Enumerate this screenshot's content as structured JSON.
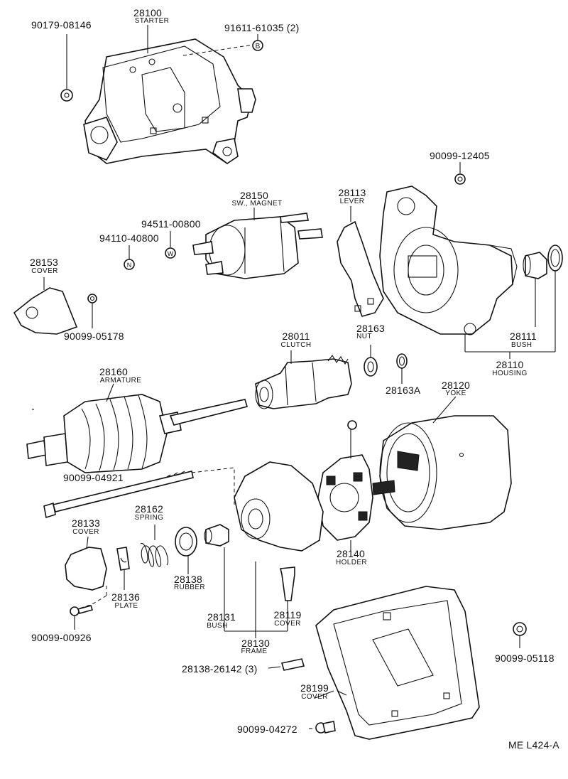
{
  "parts": {
    "starter": {
      "number": "28100",
      "name": "STARTER"
    },
    "washer_starter": {
      "number": "90179-08146"
    },
    "bolt_b": {
      "number": "91611-61035 (2)",
      "symbol": "B"
    },
    "nut_housing": {
      "number": "90099-12405"
    },
    "sw_magnet": {
      "number": "28150",
      "name": "SW., MAGNET"
    },
    "lever": {
      "number": "28113",
      "name": "LEVER"
    },
    "washer_w": {
      "number": "94511-00800",
      "symbol": "W"
    },
    "nut_n": {
      "number": "94110-40800",
      "symbol": "N"
    },
    "cover_terminal": {
      "number": "28153",
      "name": "COVER"
    },
    "nut_cover": {
      "number": "90099-05178"
    },
    "clutch": {
      "number": "28011",
      "name": "CLUTCH"
    },
    "nut_clutch": {
      "number": "28163",
      "name": "NUT"
    },
    "bush_housing": {
      "number": "28111",
      "name": "BUSH"
    },
    "housing": {
      "number": "28110",
      "name": "HOUSING"
    },
    "ring": {
      "number": "28163A"
    },
    "armature": {
      "number": "28160",
      "name": "ARMATURE"
    },
    "yoke": {
      "number": "28120",
      "name": "YOKE"
    },
    "through_bolt": {
      "number": "90099-04921"
    },
    "cover_end": {
      "number": "28133",
      "name": "COVER"
    },
    "spring": {
      "number": "28162",
      "name": "SPRING"
    },
    "rubber": {
      "number": "28138",
      "name": "RUBBER"
    },
    "plate": {
      "number": "28136",
      "name": "PLATE"
    },
    "holder": {
      "number": "28140",
      "name": "HOLDER"
    },
    "screw_end": {
      "number": "90099-00926"
    },
    "bush_frame": {
      "number": "28131",
      "name": "BUSH"
    },
    "cover_small": {
      "number": "28119",
      "name": "COVER"
    },
    "frame": {
      "number": "28130",
      "name": "FRAME"
    },
    "stud": {
      "number": "28138-26142 (3)"
    },
    "cover_large": {
      "number": "28199",
      "name": "COVER"
    },
    "nut_cover_large": {
      "number": "90099-05118"
    },
    "bolt_cover": {
      "number": "90099-04272"
    }
  },
  "diagram_code": "ME L424-A"
}
